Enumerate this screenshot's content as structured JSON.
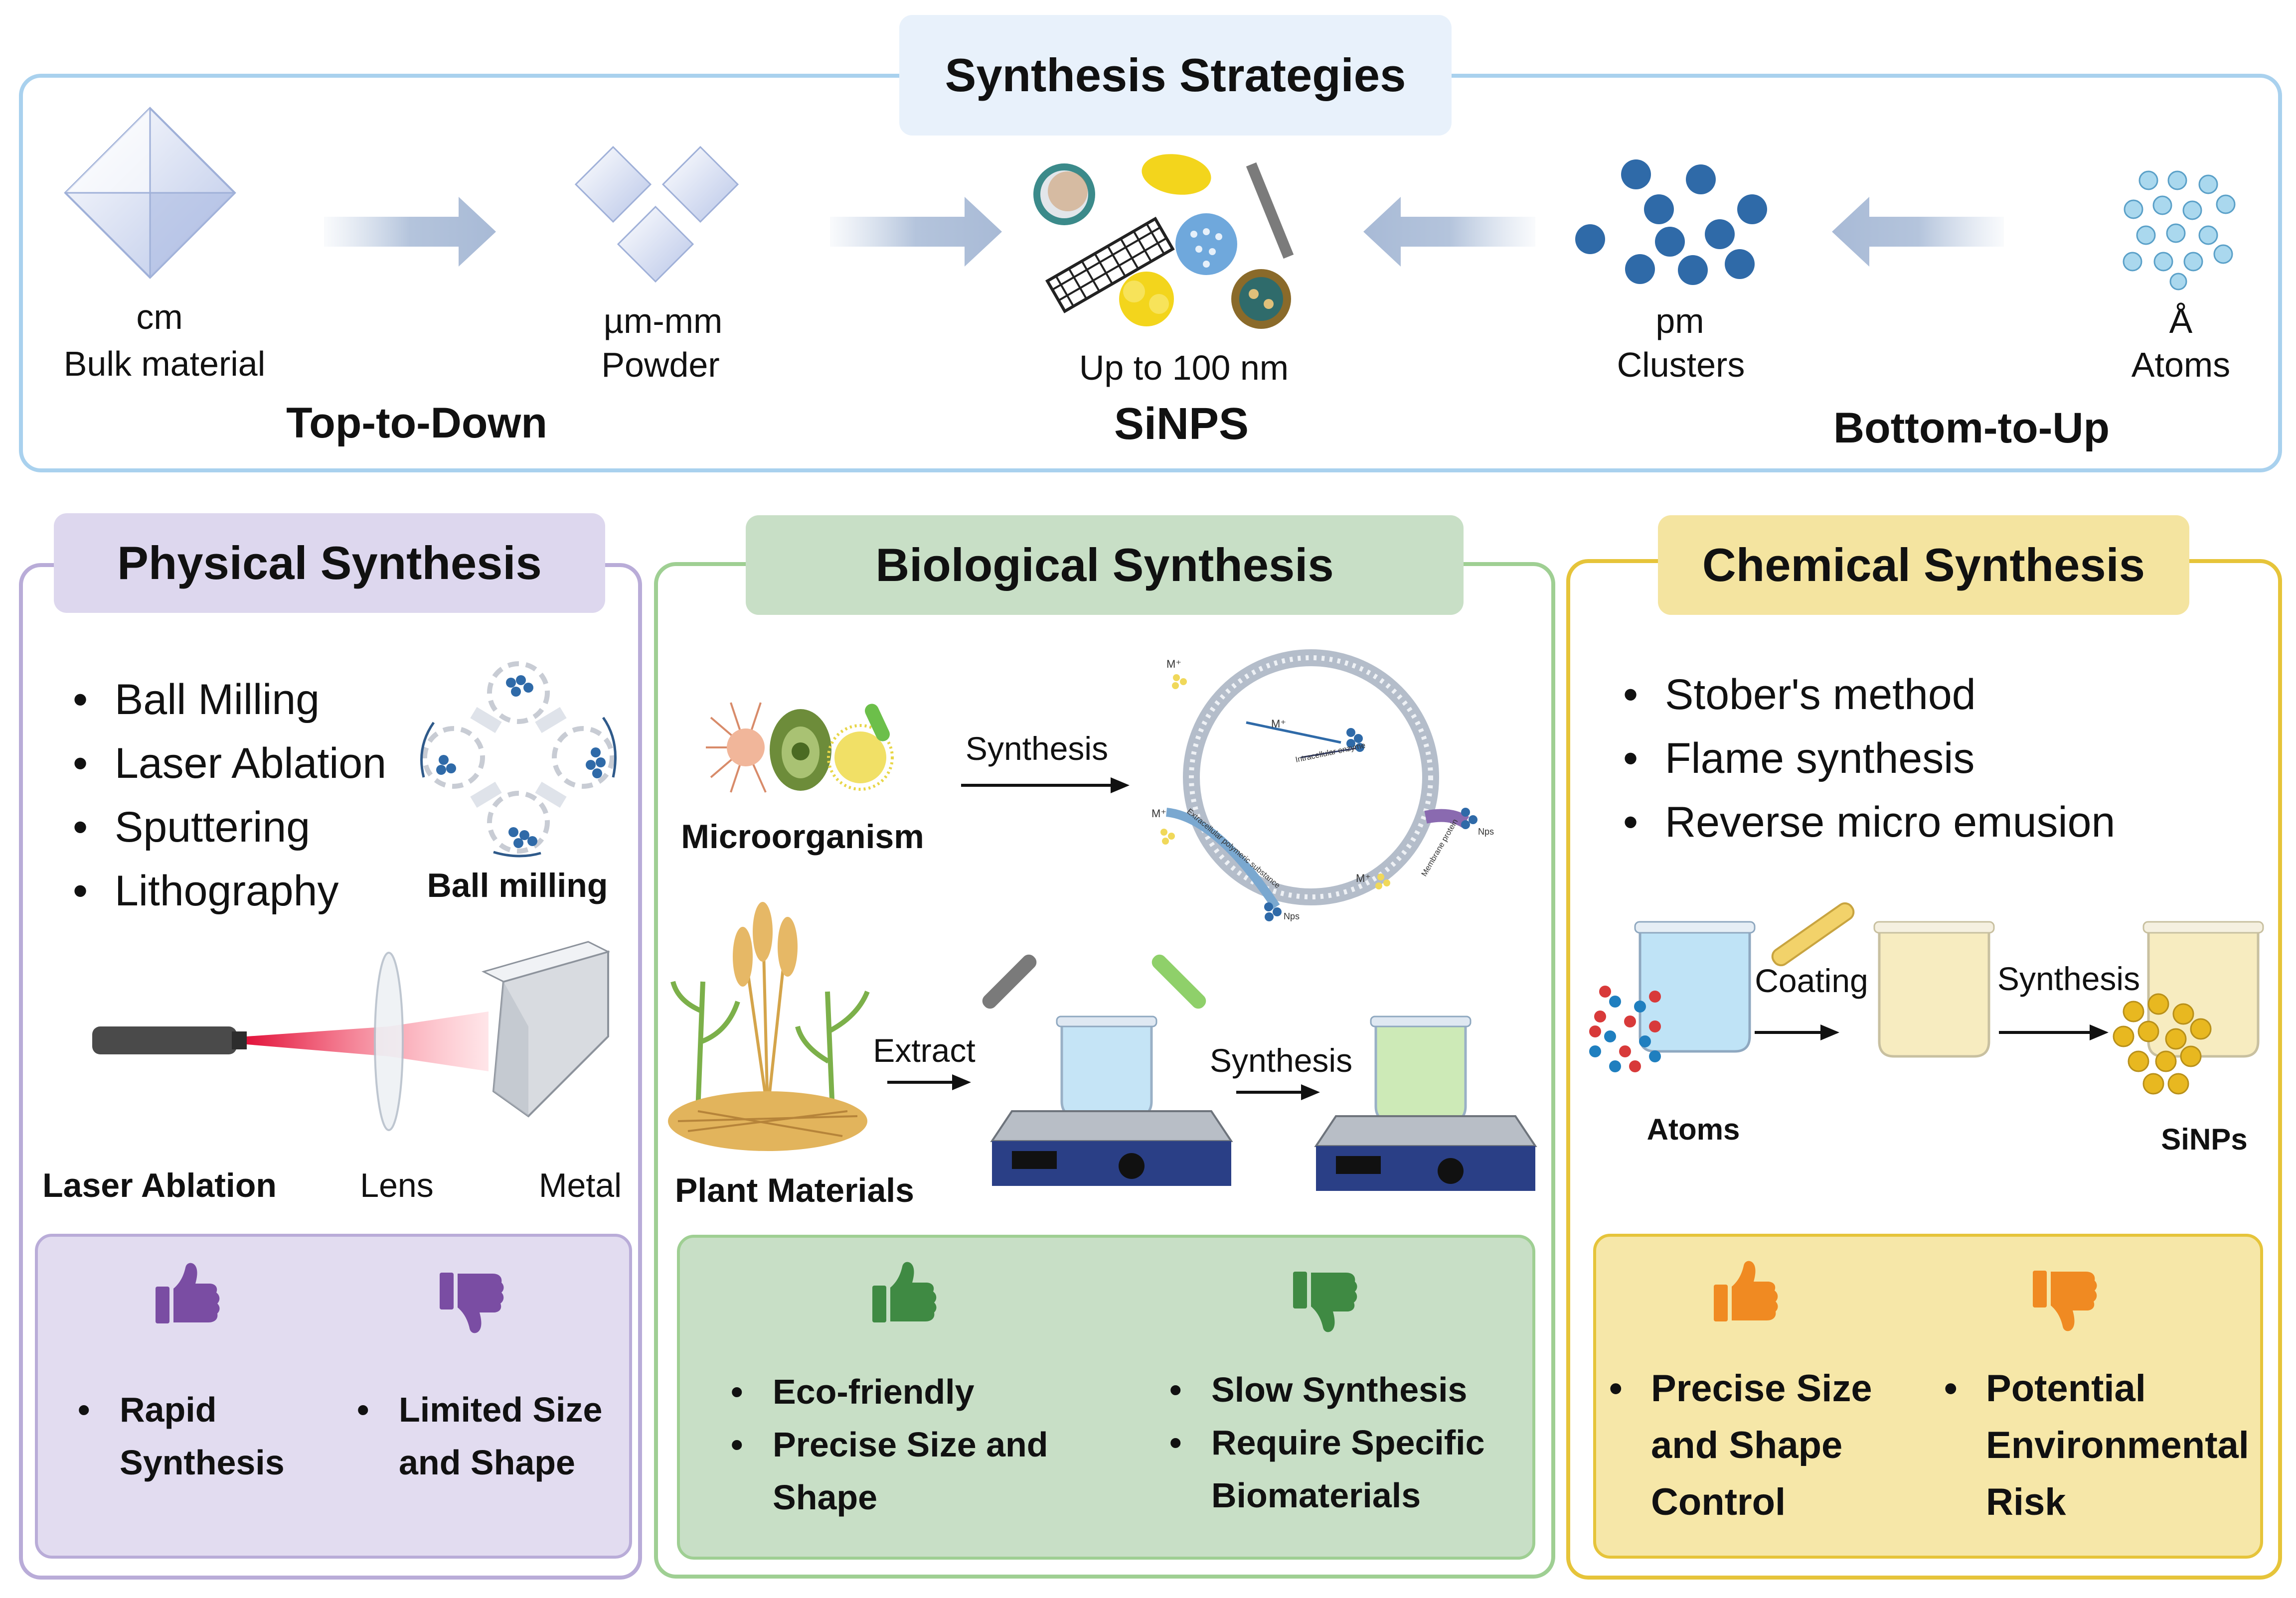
{
  "strategies": {
    "title": "Synthesis Strategies",
    "top_down": "Top-to-Down",
    "bottom_up": "Bottom-to-Up",
    "bulk": {
      "unit": "cm",
      "name": "Bulk material"
    },
    "powder": {
      "unit": "µm-mm",
      "name": "Powder"
    },
    "sinps": {
      "size": "Up to 100 nm",
      "name": "SiNPS"
    },
    "clusters": {
      "unit": "pm",
      "name": "Clusters"
    },
    "atoms": {
      "unit": "Å",
      "name": "Atoms"
    }
  },
  "physical": {
    "title": "Physical Synthesis",
    "methods": [
      "Ball Milling",
      "Laser Ablation",
      "Sputtering",
      "Lithography"
    ],
    "ball_milling_label": "Ball milling",
    "laser_label": "Laser Ablation",
    "lens_label": "Lens",
    "metal_label": "Metal",
    "pros": [
      "Rapid Synthesis"
    ],
    "cons": [
      "Limited Size and Shape"
    ]
  },
  "biological": {
    "title": "Biological Synthesis",
    "microorganism_label": "Microorganism",
    "synthesis_label": "Synthesis",
    "plant_label": "Plant Materials",
    "extract_label": "Extract",
    "synthesis_label_2": "Synthesis",
    "cell_labels": {
      "m_plus": "M⁺",
      "nps": "Nps",
      "intracellular": "Intracellular enzyme",
      "extracellular": "Extracellular polymeric substance",
      "membrane": "Membrane protein"
    },
    "pros": [
      "Eco-friendly",
      "Precise  Size and Shape"
    ],
    "cons": [
      "Slow Synthesis",
      "Require Specific Biomaterials"
    ]
  },
  "chemical": {
    "title": "Chemical Synthesis",
    "methods": [
      "Stober's method",
      "Flame synthesis",
      "Reverse micro emusion"
    ],
    "coating_label": "Coating",
    "synthesis_label": "Synthesis",
    "atoms_label": "Atoms",
    "sinps_label": "SiNPs",
    "pros": [
      "Precise  Size and Shape Control"
    ],
    "cons": [
      "Potential Environmental Risk"
    ]
  },
  "colors": {
    "top_border": "#a9d1ee",
    "physical": "#b9acd8",
    "physical_fill": "#e2dcf0",
    "physical_icon": "#7a4da3",
    "biological": "#9fcf93",
    "biological_fill": "#c8dfc6",
    "biological_icon": "#3f8a43",
    "chemical": "#e6c43a",
    "chemical_fill": "#f6e7a8",
    "chemical_icon": "#f08a22"
  },
  "icons": [
    "thumbs-up-icon",
    "thumbs-down-icon",
    "arrow-right-icon",
    "arrow-left-icon"
  ]
}
